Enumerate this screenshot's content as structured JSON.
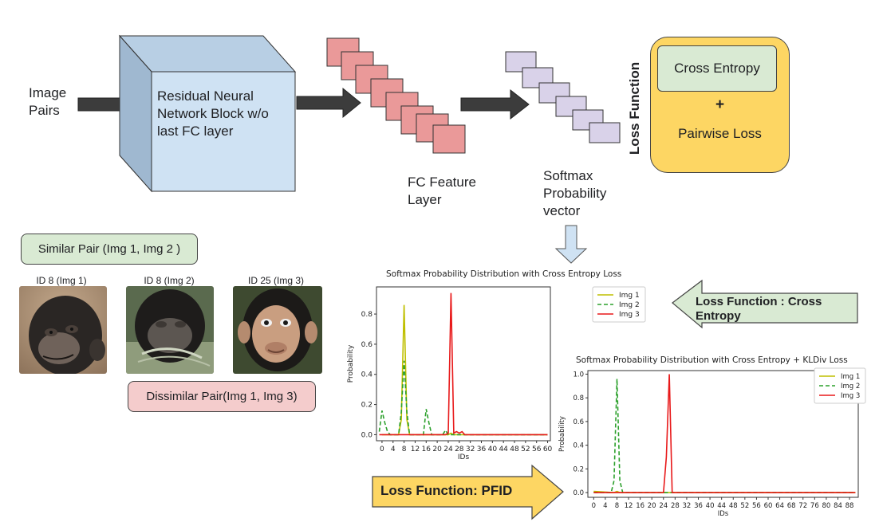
{
  "input": {
    "label": "Image Pairs"
  },
  "resnet_block": {
    "label": "Residual Neural Network Block w/o last FC layer"
  },
  "fc_layer": {
    "label": "FC Feature Layer"
  },
  "softmax_vector": {
    "label": "Softmax Probability vector"
  },
  "loss_function": {
    "title": "Loss Function",
    "cross_entropy": "Cross Entropy",
    "plus": "+",
    "pairwise": "Pairwise Loss"
  },
  "pairs": {
    "similar": "Similar Pair (Img 1, Img 2 )",
    "dissimilar": "Dissimilar Pair(Img 1, Img 3)"
  },
  "images": [
    {
      "caption": "ID 8 (Img 1)"
    },
    {
      "caption": "ID 8 (Img 2)"
    },
    {
      "caption": "ID 25 (Img 3)"
    }
  ],
  "callouts": {
    "cross_entropy": "Loss Function : Cross Entropy",
    "pfid": "Loss Function: PFID"
  },
  "colors": {
    "resnet_fill": "#cfe2f3",
    "fc_fill": "#ea9999",
    "softmax_fill": "#d9d2e9",
    "loss_box": "#fdd663",
    "green_box": "#d9ead3",
    "pink_box": "#f4cccc",
    "series_img1": "#bfbf00",
    "series_img2": "#2ca02c",
    "series_img3": "#e8191a"
  },
  "chart_data": [
    {
      "type": "line",
      "title": "Softmax Probability Distribution with Cross Entropy Loss",
      "xlabel": "IDs",
      "ylabel": "Probability",
      "xlim": [
        -2,
        61
      ],
      "ylim": [
        -0.04,
        0.98
      ],
      "xticks": [
        0,
        4,
        8,
        12,
        16,
        20,
        24,
        28,
        32,
        36,
        40,
        44,
        48,
        52,
        56,
        60
      ],
      "xtick_labels": [
        "0",
        "4",
        "8",
        "12",
        "16",
        "20",
        "24",
        "28",
        "32",
        "36",
        "40",
        "44",
        "48",
        "52",
        "56",
        "60"
      ],
      "yticks": [
        0.0,
        0.2,
        0.4,
        0.6,
        0.8
      ],
      "ytick_labels": [
        "0.0",
        "0.2",
        "0.4",
        "0.6",
        "0.8"
      ],
      "legend_position": "top-right",
      "series": [
        {
          "name": "Img 1",
          "color": "#bfbf00",
          "dash": "solid",
          "x": [
            0,
            6,
            7,
            8,
            9,
            10,
            24,
            25,
            26,
            27,
            30,
            60
          ],
          "y": [
            0,
            0,
            0.1,
            0.86,
            0.1,
            0,
            0,
            0.01,
            0,
            0,
            0,
            0
          ]
        },
        {
          "name": "Img 2",
          "color": "#2ca02c",
          "dash": "dashed",
          "x": [
            -1,
            0,
            1,
            2,
            3,
            6,
            7,
            8,
            9,
            10,
            15,
            16,
            17,
            18,
            22,
            23,
            24,
            25,
            26,
            60
          ],
          "y": [
            0.02,
            0.16,
            0.08,
            0.02,
            0,
            0,
            0.15,
            0.49,
            0.15,
            0,
            0,
            0.17,
            0.08,
            0,
            0,
            0.03,
            0,
            0,
            0,
            0
          ]
        },
        {
          "name": "Img 3",
          "color": "#e8191a",
          "dash": "solid",
          "x": [
            -1,
            23,
            24,
            25,
            26,
            27,
            28,
            29,
            30,
            32,
            60
          ],
          "y": [
            0,
            0,
            0.01,
            0.94,
            0.01,
            0.02,
            0.01,
            0.02,
            0,
            0,
            0
          ]
        }
      ]
    },
    {
      "type": "line",
      "title": "Softmax Probability Distribution with Cross Entropy + KLDiv Loss",
      "xlabel": "IDs",
      "ylabel": "Probability",
      "xlim": [
        -2,
        91
      ],
      "ylim": [
        -0.04,
        1.03
      ],
      "xticks": [
        0,
        4,
        8,
        12,
        16,
        20,
        24,
        28,
        32,
        36,
        40,
        44,
        48,
        52,
        56,
        60,
        64,
        68,
        72,
        76,
        80,
        84,
        88
      ],
      "xtick_labels": [
        "0",
        "4",
        "8",
        "12",
        "16",
        "20",
        "24",
        "28",
        "32",
        "36",
        "40",
        "44",
        "48",
        "52",
        "56",
        "60",
        "64",
        "68",
        "72",
        "76",
        "80",
        "84",
        "88"
      ],
      "yticks": [
        0.0,
        0.2,
        0.4,
        0.6,
        0.8,
        1.0
      ],
      "ytick_labels": [
        "0.0",
        "0.2",
        "0.4",
        "0.6",
        "0.8",
        "1.0"
      ],
      "legend_position": "top-right",
      "series": [
        {
          "name": "Img 1",
          "color": "#bfbf00",
          "dash": "solid",
          "x": [
            0,
            7,
            8,
            9,
            90
          ],
          "y": [
            0.01,
            0,
            0.01,
            0,
            0
          ]
        },
        {
          "name": "Img 2",
          "color": "#2ca02c",
          "dash": "dashed",
          "x": [
            0,
            6,
            7,
            8,
            9,
            10,
            90
          ],
          "y": [
            0,
            0,
            0.1,
            0.96,
            0.1,
            0,
            0
          ]
        },
        {
          "name": "Img 3",
          "color": "#e8191a",
          "dash": "solid",
          "x": [
            0,
            24,
            25,
            26,
            27,
            90
          ],
          "y": [
            0,
            0,
            0.3,
            1.0,
            0,
            0
          ]
        }
      ]
    }
  ]
}
